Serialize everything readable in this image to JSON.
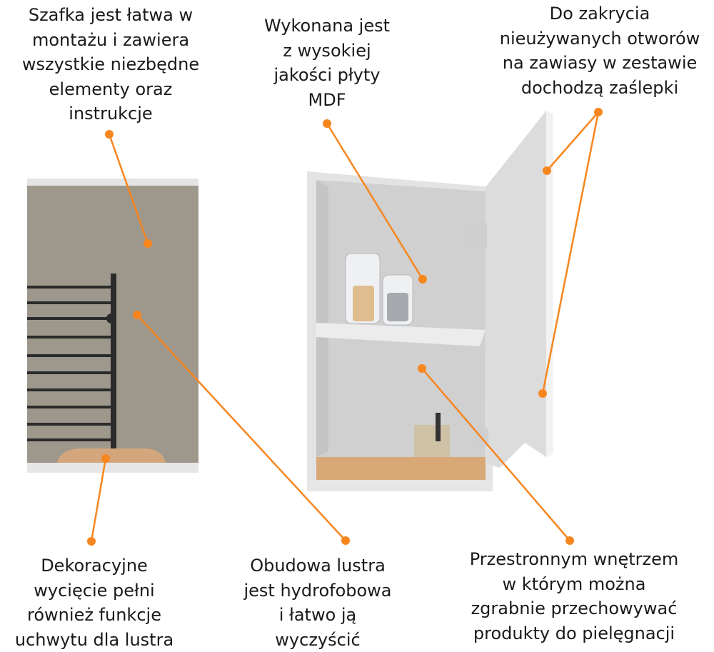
{
  "accent": "#f7861f",
  "callouts": [
    {
      "id": "assembly",
      "lines": [
        "Szafka jest łatwa w",
        "montażu i zawiera",
        "wszystkie niezbędne",
        "elementy oraz",
        "instrukcje"
      ]
    },
    {
      "id": "mdf",
      "lines": [
        "Wykonana jest",
        "z wysokiej",
        "jakości płyty",
        "MDF"
      ]
    },
    {
      "id": "caps",
      "lines": [
        "Do zakrycia",
        "nieużywanych otworów",
        "na zawiasy w zestawie",
        "dochodzą zaślepki"
      ]
    },
    {
      "id": "cutout",
      "lines": [
        "Dekoracyjne",
        "wycięcie pełni",
        "również funkcje",
        "uchwytu dla lustra"
      ]
    },
    {
      "id": "hydrophobic",
      "lines": [
        "Obudowa lustra",
        "jest hydrofobowa",
        "i łatwo ją",
        "wyczyścić"
      ]
    },
    {
      "id": "interior",
      "lines": [
        "Przestronnym wnętrzem",
        "w którym można",
        "zgrabnie przechowywać",
        "produkty do pielęgnacji"
      ]
    }
  ]
}
